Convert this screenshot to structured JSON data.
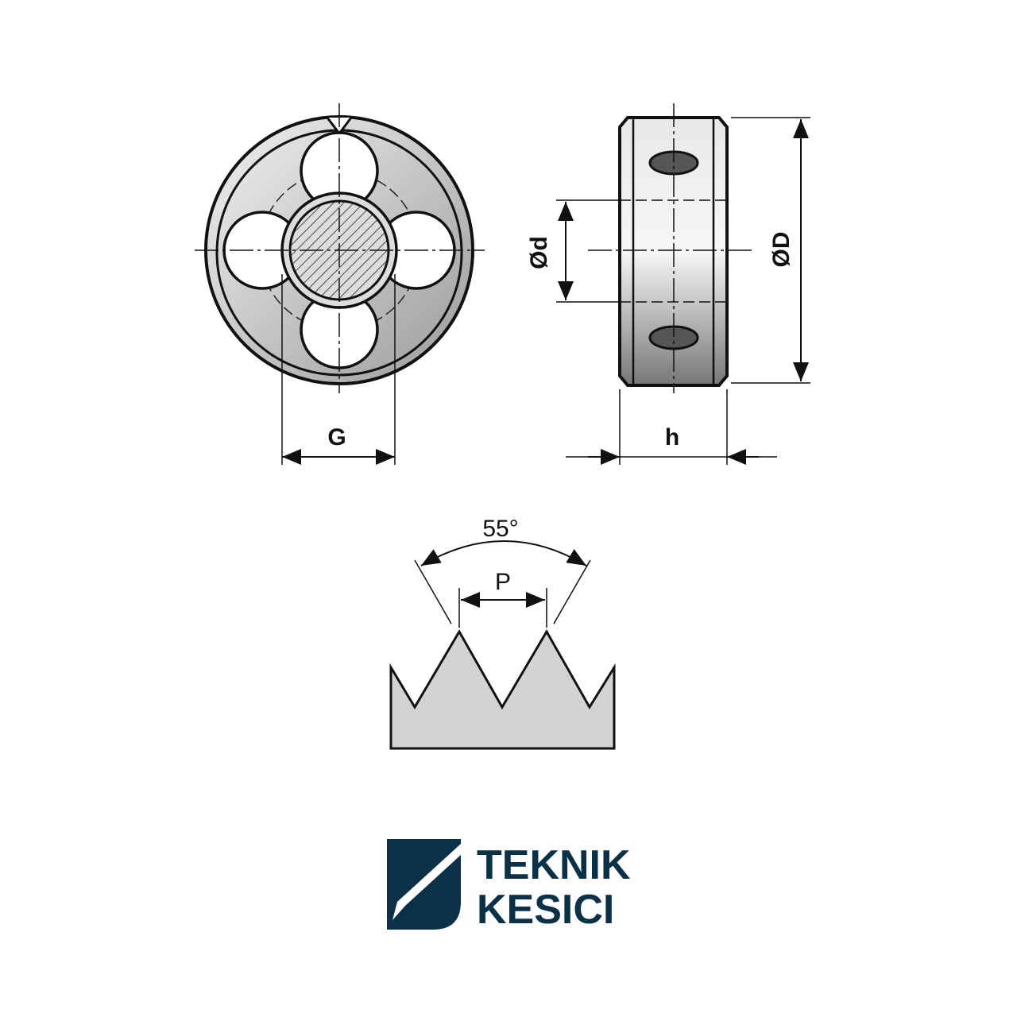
{
  "front_view": {
    "dimension_label": "G"
  },
  "side_view": {
    "inner_diameter_label": "Ød",
    "outer_diameter_label": "ØD",
    "height_label": "h"
  },
  "thread_profile": {
    "angle_label": "55°",
    "pitch_label": "P"
  },
  "logo": {
    "line1": "TEKNIK",
    "line2": "KESICI",
    "color": "#0b3149"
  }
}
